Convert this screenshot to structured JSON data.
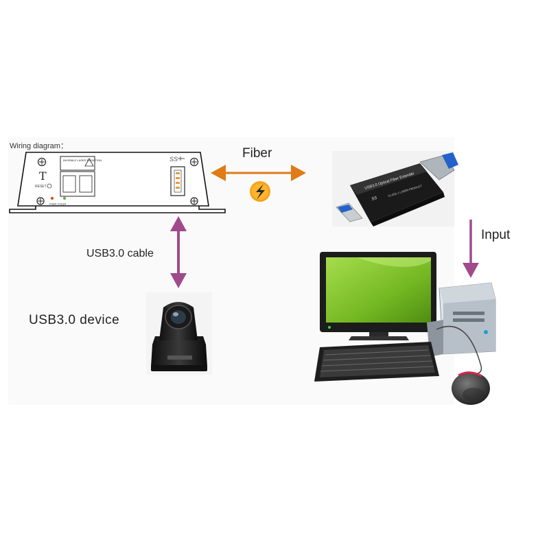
{
  "diagram": {
    "title": "Wiring diagram：",
    "fiber_label": "Fiber",
    "usb_cable_label": "USB3.0 cable",
    "device_label": "USB3.0  device",
    "input_label": "Input"
  },
  "receiver_panel": {
    "laser_warning": "INVISIBLE LASER RADIATION",
    "logo_letter": "T",
    "reset_label": "RESET",
    "led_labels": "PWR  FOUR",
    "usb_logo": "SS"
  },
  "transmitter_dongle": {
    "text": "USB3.0 Optical Fiber Extender",
    "subtext": "CLASS 1 LASER PRODUCT",
    "usb_logo": "SS"
  },
  "colors": {
    "fiber_arrow": "#e07b16",
    "usb_arrow": "#a04a8c",
    "input_arrow": "#a04a8c",
    "monitor_screen": "#7ec42a"
  },
  "icons": {
    "bidirectional_badge": "lightning-swap-icon"
  }
}
